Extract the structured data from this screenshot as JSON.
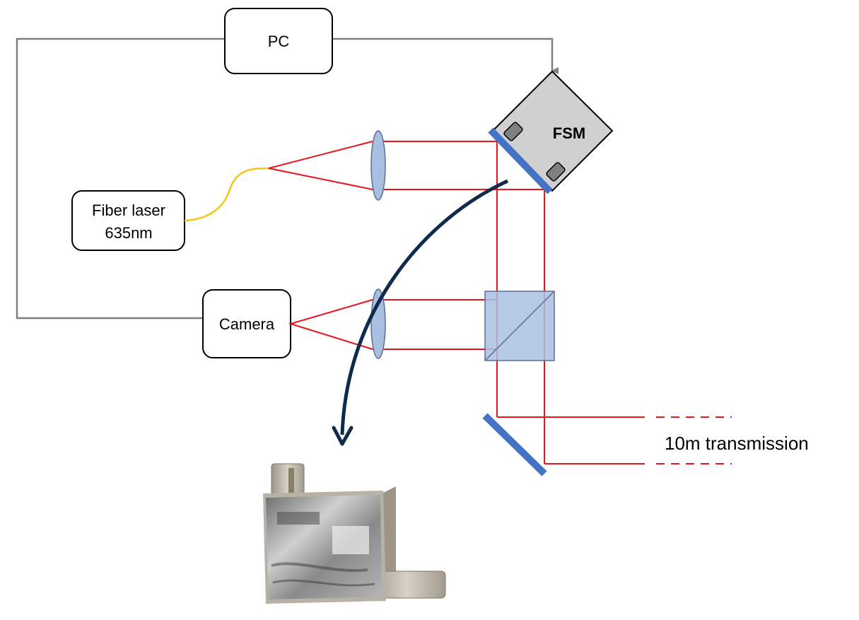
{
  "nodes": {
    "pc": "PC",
    "fiber_laser_line1": "Fiber laser",
    "fiber_laser_line2": "635nm",
    "camera": "Camera",
    "fsm": "FSM",
    "transmission": "10m transmission"
  },
  "colors": {
    "beam": "#e8141c",
    "signal_line": "#808080",
    "fiber": "#f5c518",
    "optic_fill": "#a9bfe0",
    "optic_stroke": "#5a6d96",
    "mirror": "#4472c4",
    "fsm_body": "#d0d0d0",
    "fsm_actuator": "#808080",
    "callout_arrow": "#0f2a4a"
  },
  "photo": {
    "subject": "fast steering mirror photo"
  }
}
